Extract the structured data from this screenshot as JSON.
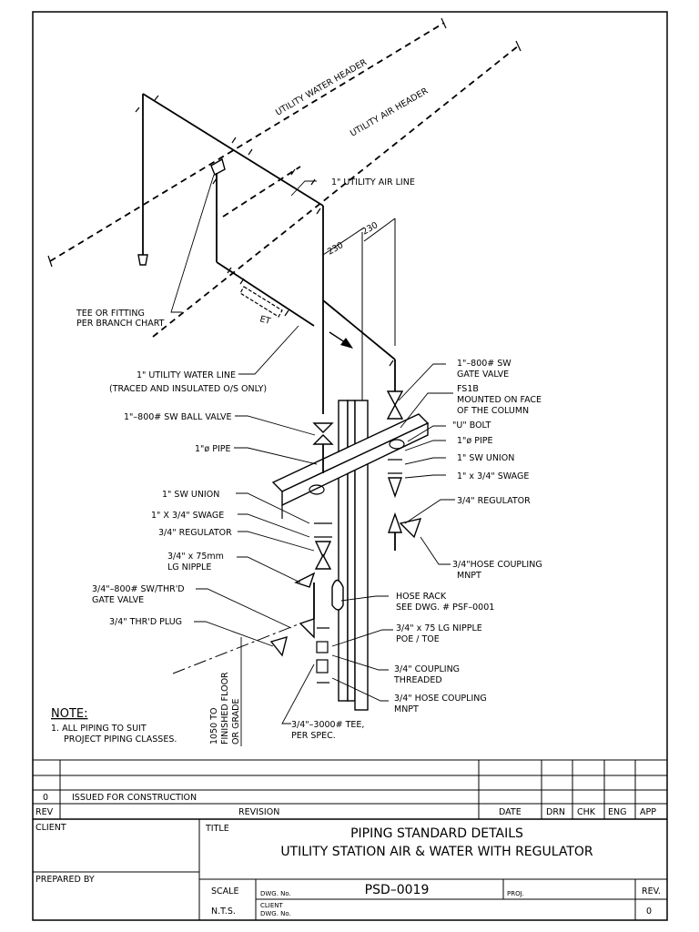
{
  "drawing": {
    "headers": {
      "water": "UTILITY WATER HEADER",
      "air": "UTILITY AIR HEADER"
    },
    "labels": {
      "air_line": "1\" UTILITY AIR LINE",
      "dim_1": "230",
      "dim_2": "230",
      "tee_fitting_1": "TEE OR FITTING",
      "tee_fitting_2": "PER BRANCH CHART",
      "et": "ET",
      "water_line_1": "1\" UTILITY WATER LINE",
      "water_line_2": "(TRACED AND INSULATED O/S ONLY)",
      "ball_valve": "1\"–800# SW BALL VALVE",
      "pipe_left": "1\"ø PIPE",
      "union_left": "1\" SW UNION",
      "swage_left": "1\" X 3/4\" SWAGE",
      "regulator_left": "3/4\" REGULATOR",
      "nipple_left_1": "3/4\" x 75mm",
      "nipple_left_2": "LG NIPPLE",
      "gate_valve_left_1": "3/4\"–800# SW/THR'D",
      "gate_valve_left_2": "GATE VALVE",
      "plug": "3/4\" THR'D PLUG",
      "gate_valve_right_1": "1\"–800# SW",
      "gate_valve_right_2": "GATE VALVE",
      "fs1b_1": "FS1B",
      "fs1b_2": "MOUNTED ON FACE",
      "fs1b_3": "OF THE COLUMN",
      "u_bolt": "\"U\" BOLT",
      "pipe_right": "1\"ø PIPE",
      "union_right": "1\" SW UNION",
      "swage_right": "1\" x 3/4\" SWAGE",
      "regulator_right": "3/4\" REGULATOR",
      "hose_coupling_right_1": "3/4\"HOSE COUPLING",
      "hose_coupling_right_2": "MNPT",
      "hose_rack_1": "HOSE RACK",
      "hose_rack_2": "SEE DWG. # PSF–0001",
      "nipple_right_1": "3/4\" x 75 LG NIPPLE",
      "nipple_right_2": "POE / TOE",
      "coupling_1": "3/4\" COUPLING",
      "coupling_2": "THREADED",
      "hose_coupling_low_1": "3/4\" HOSE COUPLING",
      "hose_coupling_low_2": "MNPT",
      "tee_spec_1": "3/4\"–3000# TEE,",
      "tee_spec_2": "PER SPEC.",
      "floor_1": "1050 TO",
      "floor_2": "FINISHED FLOOR",
      "floor_3": "OR GRADE"
    },
    "note": {
      "heading": "NOTE:",
      "line1": "1. ALL PIPING TO SUIT",
      "line2": "PROJECT PIPING CLASSES."
    }
  },
  "title_block": {
    "revision_row": {
      "rev": "0",
      "description": "ISSUED FOR CONSTRUCTION"
    },
    "headers": {
      "rev": "REV",
      "revision": "REVISION",
      "date": "DATE",
      "drn": "DRN",
      "chk": "CHK",
      "eng": "ENG",
      "app": "APP"
    },
    "client_label": "CLIENT",
    "title_label": "TITLE",
    "title_line1": "PIPING STANDARD DETAILS",
    "title_line2": "UTILITY STATION  AIR & WATER WITH REGULATOR",
    "prepared_by_label": "PREPARED BY",
    "scale_label": "SCALE",
    "scale_value": "N.T.S.",
    "dwg_no_label": "DWG. No.",
    "dwg_no_value": "PSD–0019",
    "proj_label": "PROJ.",
    "client_dwg_label_1": "CLIENT",
    "client_dwg_label_2": "DWG. No.",
    "rev_label": "REV.",
    "rev_value": "0"
  }
}
